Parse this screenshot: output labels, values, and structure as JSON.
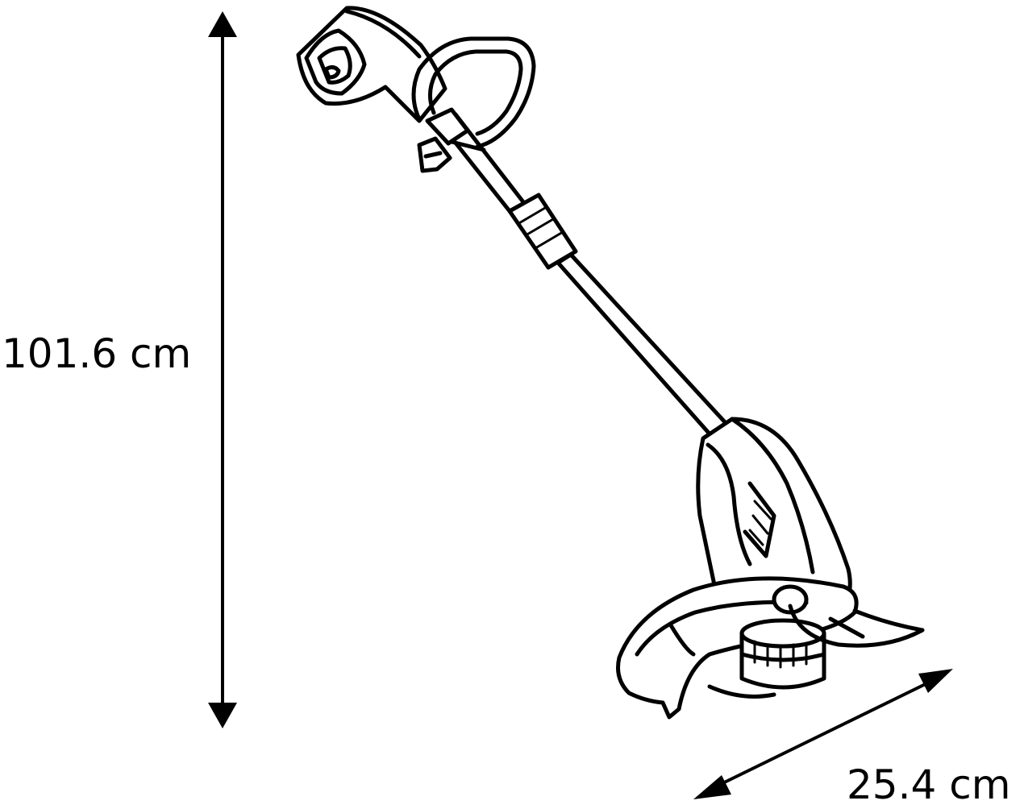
{
  "dimensions": {
    "height": {
      "value": 101.6,
      "unit": "cm",
      "label": "101.6 cm",
      "axis": "vertical"
    },
    "width": {
      "value": 25.4,
      "unit": "cm",
      "label": "25.4 cm",
      "axis": "diagonal"
    }
  },
  "colors": {
    "line": "#000000",
    "background": "#ffffff"
  },
  "subject_icon": "string-trimmer-icon"
}
